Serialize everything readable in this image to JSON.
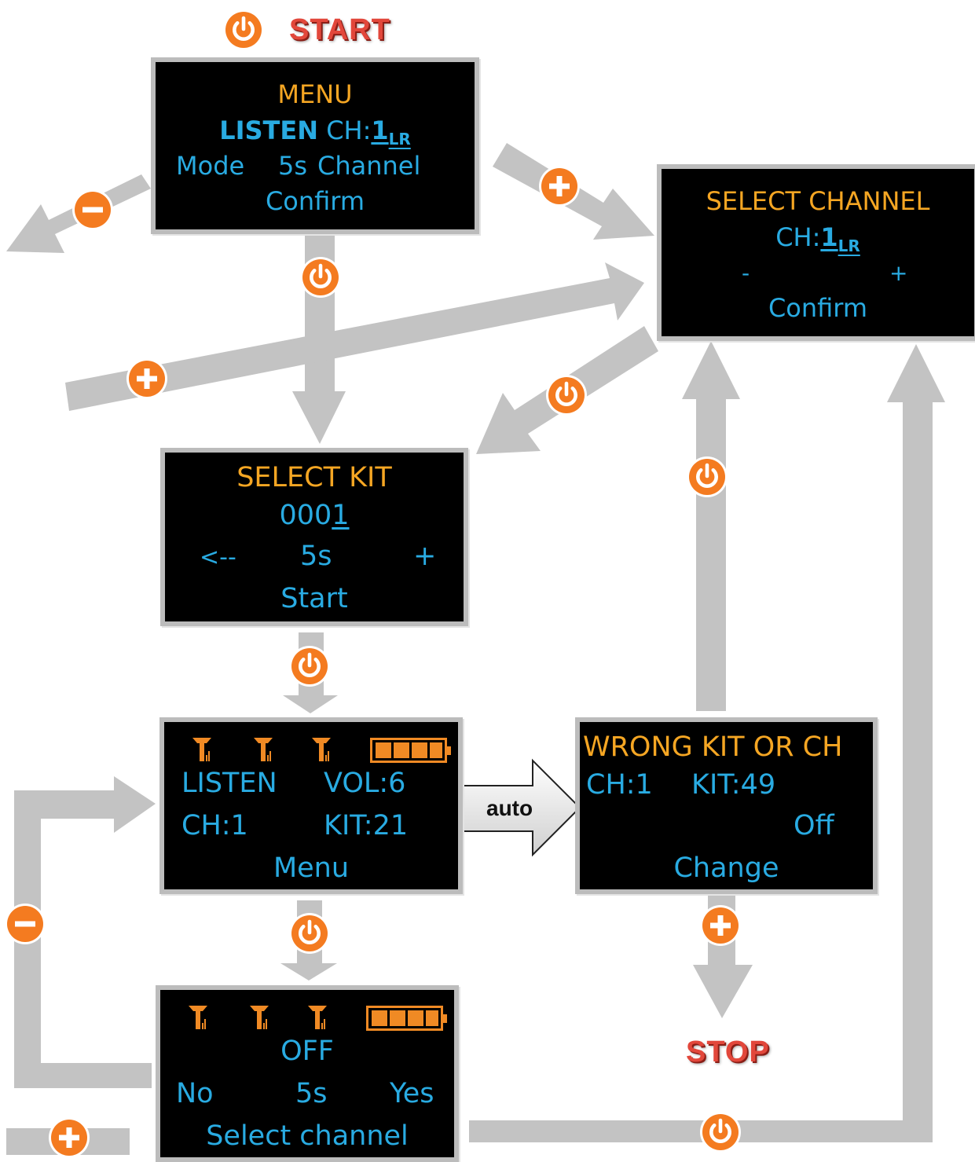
{
  "labels": {
    "start": "START",
    "stop": "STOP",
    "auto": "auto"
  },
  "colors": {
    "screen_bg": "#000000",
    "title_orange": "#f5a623",
    "text_blue": "#29abe2",
    "arrow_gray": "#c3c3c3",
    "badge_orange": "#f47b20",
    "word_red": "#e2473b"
  },
  "icons": {
    "button_badges": [
      "power-icon",
      "plus-icon",
      "minus-icon"
    ],
    "screen_status": [
      "antenna-icon",
      "battery-icon"
    ]
  },
  "menu": {
    "title": "MENU",
    "listen": "LISTEN",
    "ch_prefix": "CH:",
    "ch_value": "1",
    "ch_sub": "LR",
    "mode": "Mode",
    "time": "5s",
    "channel": "Channel",
    "confirm": "Confirm"
  },
  "select_channel": {
    "title": "SELECT CHANNEL",
    "ch_prefix": "CH:",
    "ch_value": "1",
    "ch_sub": "LR",
    "minus": "-",
    "plus": "+",
    "confirm": "Confirm"
  },
  "select_kit": {
    "title": "SELECT KIT",
    "code_prefix": "000",
    "code_cursor": "1",
    "back": "<--",
    "time": "5s",
    "plus": "+",
    "start": "Start"
  },
  "listen_screen": {
    "listen": "LISTEN",
    "vol": "VOL:6",
    "ch": "CH:1",
    "kit": "KIT:21",
    "menu": "Menu"
  },
  "wrong_screen": {
    "title": "WRONG KIT OR CH",
    "ch": "CH:1",
    "kit": "KIT:49",
    "off": "Off",
    "change": "Change"
  },
  "off_screen": {
    "title": "OFF",
    "no": "No",
    "time": "5s",
    "yes": "Yes",
    "select": "Select channel"
  }
}
